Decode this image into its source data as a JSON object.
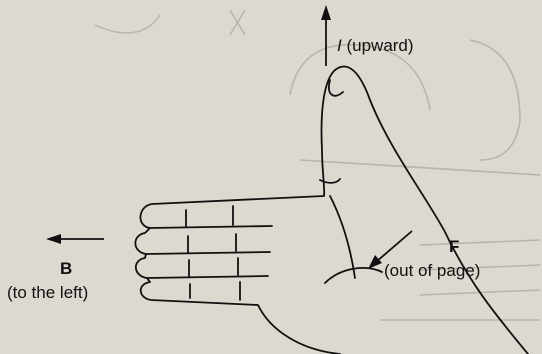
{
  "labels": {
    "current_symbol": "I",
    "current_direction": "(upward)",
    "field_symbol": "B",
    "field_direction": "(to the left)",
    "force_symbol": "F",
    "force_direction": "(out of page)"
  },
  "colors": {
    "paper": "#ddd8d0",
    "ink": "#111111",
    "bleed_through": "#b9b3aa"
  }
}
